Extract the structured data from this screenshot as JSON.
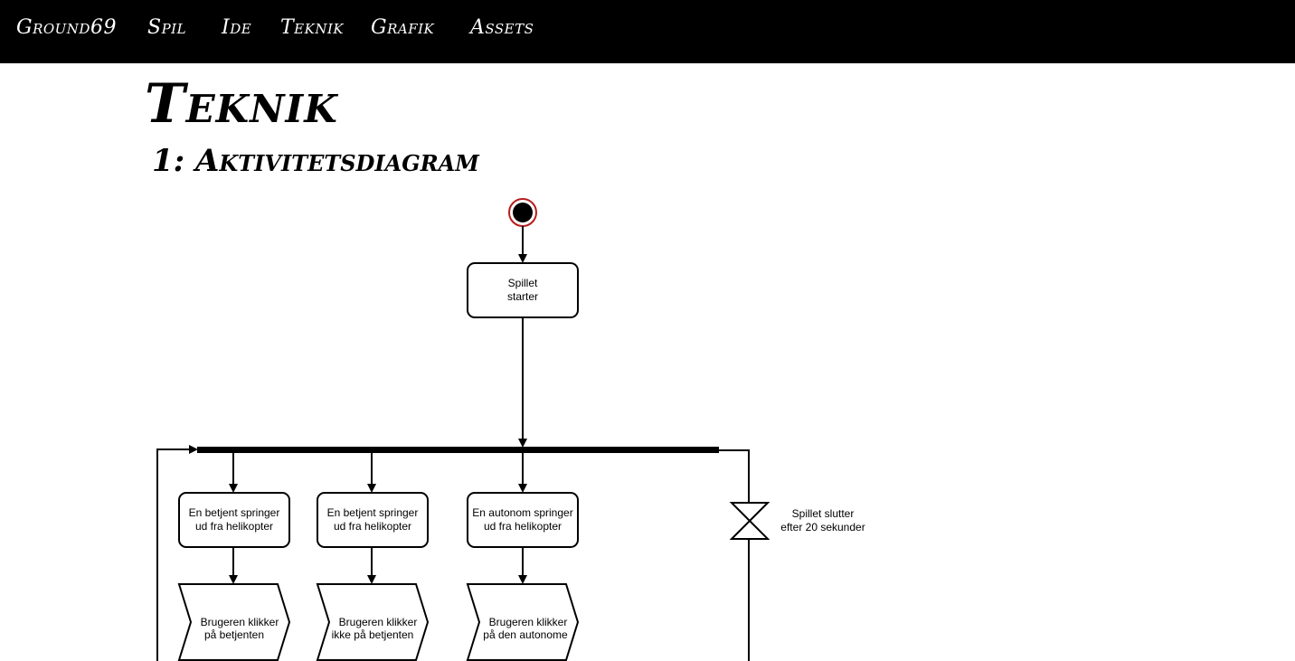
{
  "nav": {
    "brand": "Ground69",
    "items": [
      "Spil",
      "Ide",
      "Teknik",
      "Grafik",
      "Assets"
    ]
  },
  "page": {
    "title": "Teknik",
    "section_title": "1: Aktivitetsdiagram"
  },
  "diagram": {
    "start_action": [
      "Spillet",
      "starter"
    ],
    "actions": [
      [
        "En betjent springer",
        "ud fra helikopter"
      ],
      [
        "En betjent springer",
        "ud fra helikopter"
      ],
      [
        "En autonom springer",
        "ud fra helikopter"
      ]
    ],
    "events": [
      [
        "Brugeren klikker",
        "på betjenten"
      ],
      [
        "Brugeren klikker",
        "ikke på betjenten"
      ],
      [
        "Brugeren klikker",
        "på den autonome"
      ]
    ],
    "timer_label": [
      "Spillet slutter",
      "efter 20 sekunder"
    ]
  },
  "colors": {
    "nav_bg": "#000000",
    "nav_text": "#ffffff",
    "start_node_ring": "#b81c1c",
    "stroke": "#000000"
  },
  "icons": {
    "initial_node": "filled-circle-with-ring",
    "timer": "hourglass-icon"
  }
}
